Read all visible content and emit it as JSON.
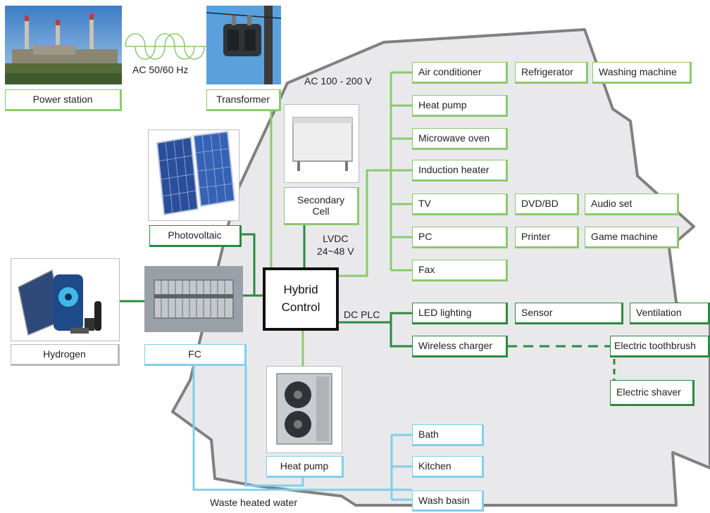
{
  "colors": {
    "ac_line": "#8cc96e",
    "dc_line": "#2b8a3e",
    "water_line": "#7fd0ea",
    "house_fill": "#e9e9ec",
    "house_outline": "#808080",
    "hybrid_border": "#111111"
  },
  "sources": {
    "power_station": "Power station",
    "ac_frequency": "AC  50/60 Hz",
    "transformer": "Transformer",
    "photovoltaic": "Photovoltaic",
    "hydrogen": "Hydrogen",
    "fc": "FC",
    "secondary_cell_line1": "Secondary",
    "secondary_cell_line2": "Cell",
    "heat_pump_unit": "Heat pump"
  },
  "control": {
    "line1": "Hybrid",
    "line2": "Control"
  },
  "bus_labels": {
    "ac": "AC 100 - 200 V",
    "lvdc_line1": "LVDC",
    "lvdc_line2": "24~48 V",
    "dc_plc": "DC PLC",
    "waste_water": "Waste heated water"
  },
  "ac_appliances": {
    "air_conditioner": "Air conditioner",
    "refrigerator": "Refrigerator",
    "washing_machine": "Washing machine",
    "heat_pump": "Heat pump",
    "microwave": "Microwave oven",
    "induction": "Induction heater",
    "tv": "TV",
    "dvd": "DVD/BD",
    "audio": "Audio set",
    "pc": "PC",
    "printer": "Printer",
    "game": "Game machine",
    "fax": "Fax"
  },
  "dc_devices": {
    "led": "LED lighting",
    "sensor": "Sensor",
    "ventilation": "Ventilation",
    "wireless": "Wireless charger",
    "toothbrush": "Electric toothbrush",
    "shaver": "Electric shaver"
  },
  "water_outlets": {
    "bath": "Bath",
    "kitchen": "Kitchen",
    "wash_basin": "Wash basin"
  },
  "icons": [
    "power-station-photo",
    "transformer-photo",
    "solar-panel-photo",
    "hydrogen-tank-photo",
    "fuel-cell-photo",
    "battery-cabinet-photo",
    "heat-pump-photo",
    "coil-icon"
  ]
}
